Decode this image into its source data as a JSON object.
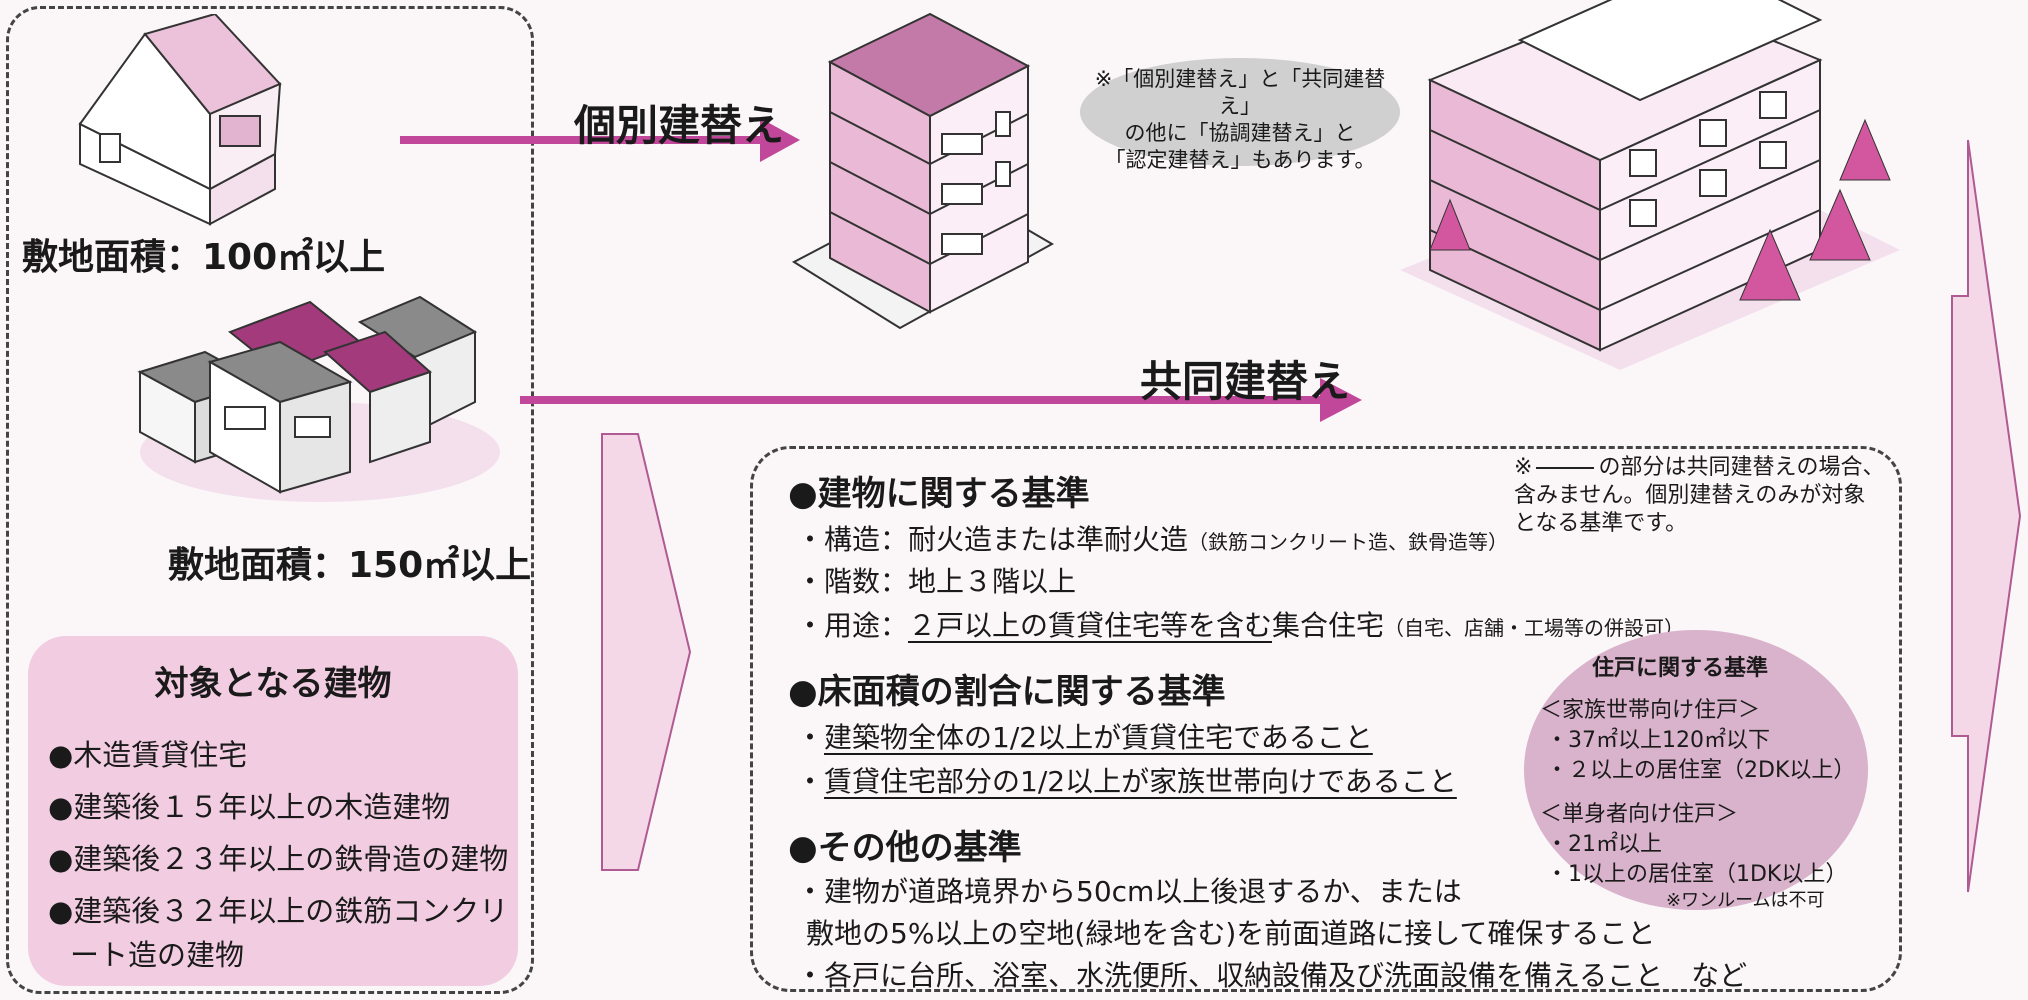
{
  "colors": {
    "accent": "#c0479a",
    "accent_light": "#f2cde2",
    "building_pink": "#ecc2db",
    "note_gray": "#d0d0d0"
  },
  "left": {
    "site_area_small": "敷地面積：100㎡以上",
    "site_area_large": "敷地面積：150㎡以上",
    "target": {
      "title": "対象となる建物",
      "items": [
        "●木造賃貸住宅",
        "●建築後１５年以上の木造建物",
        "●建築後２３年以上の鉄骨造の建物",
        "●建築後３２年以上の鉄筋コンクリ",
        "ート造の建物"
      ]
    }
  },
  "arrows": {
    "individual": "個別建替え",
    "joint": "共同建替え"
  },
  "note": {
    "lines": [
      "※「個別建替え」と「共同建替え」",
      "の他に「協調建替え」と",
      "「認定建替え」もあります。"
    ]
  },
  "criteria": {
    "building": {
      "heading": "●建物に関する基準",
      "structure_label": "・構造：耐火造または準耐火造",
      "structure_note": "（鉄筋コンクリート造、鉄骨造等）",
      "floors": "・階数：地上３階以上",
      "use_prefix": "・用途：",
      "use_underlined": "２戸以上の賃貸住宅等を含む",
      "use_suffix": "集合住宅",
      "use_note": "（自宅、店舗・工場等の併設可）"
    },
    "floor_area": {
      "heading": "●床面積の割合に関する基準",
      "line1_prefix": "・",
      "line1": "建築物全体の1/2以上が賃貸住宅であること",
      "line2_prefix": "・",
      "line2": "賃貸住宅部分の1/2以上が家族世帯向けであること"
    },
    "other": {
      "heading": "●その他の基準",
      "line1": "・建物が道路境界から50cm以上後退するか、または",
      "line2": "敷地の5%以上の空地(緑地を含む)を前面道路に接して確保すること",
      "line3": "・各戸に台所、浴室、水洗便所、収納設備及び洗面設備を備えること　など"
    },
    "side_note": {
      "mark": "※",
      "text1": "の部分は共同建替えの場合、",
      "text2": "含みません。個別建替えのみが対象",
      "text3": "となる基準です。"
    },
    "unit": {
      "title": "住戸に関する基準",
      "family_head": "＜家族世帯向け住戸＞",
      "family_1": "・37㎡以上120㎡以下",
      "family_2": "・２以上の居住室（2DK以上）",
      "single_head": "＜単身者向け住戸＞",
      "single_1": "・21㎡以上",
      "single_2": "・1以上の居住室（1DK以上）",
      "single_note": "※ワンルームは不可"
    }
  }
}
